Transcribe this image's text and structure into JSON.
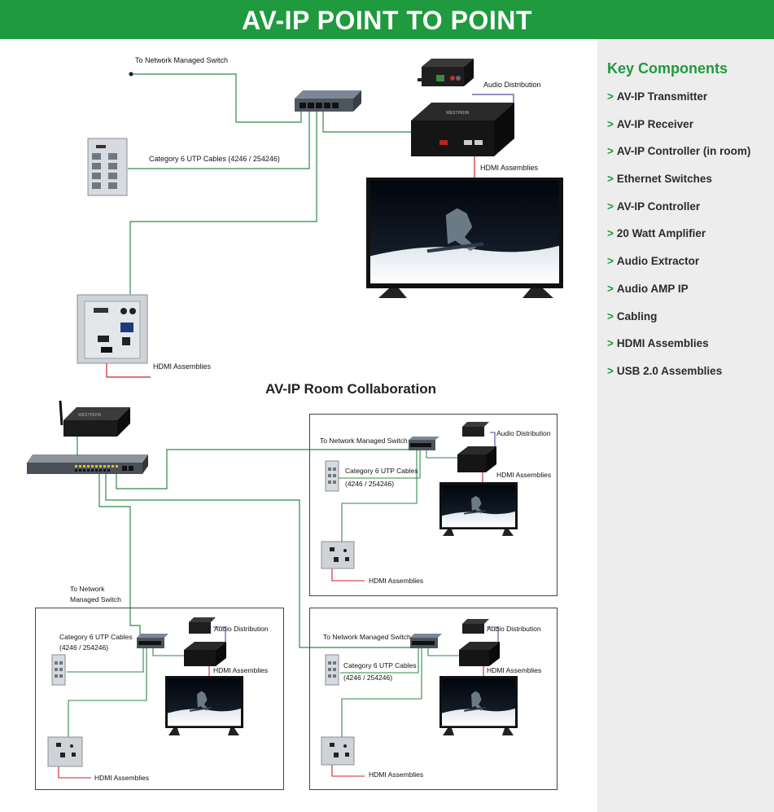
{
  "header": {
    "title": "AV-IP POINT TO POINT"
  },
  "sidebar": {
    "title": "Key Components",
    "arrow": ">",
    "items": [
      "AV-IP Transmitter",
      "AV-IP Receiver",
      "AV-IP Controller (in room)",
      "Ethernet Switches",
      "AV-IP Controller",
      "20 Watt Amplifier",
      "Audio Extractor",
      "Audio AMP IP",
      "Cabling",
      "HDMI Assemblies",
      "USB 2.0 Assemblies"
    ]
  },
  "p2p": {
    "to_network": "To Network Managed Switch",
    "audio": "Audio Distribution",
    "cat6": "Category 6 UTP Cables (4246 / 254246)",
    "hdmi_display": "HDMI Assemblies",
    "hdmi_wallplate": "HDMI Assemblies"
  },
  "room_section": {
    "title": "AV-IP Room Collaboration",
    "room1": {
      "to_network": "To Network Managed Switch",
      "audio": "Audio Distribution",
      "cat6_line1": "Category 6 UTP Cables",
      "cat6_line2": "(4246 / 254246)",
      "hdmi_display": "HDMI Assemblies",
      "hdmi_wallplate": "HDMI Assemblies"
    },
    "room2": {
      "to_network_line1": "To Network",
      "to_network_line2": "Managed Switch",
      "audio": "Audio Distribution",
      "cat6_line1": "Category 6 UTP Cables",
      "cat6_line2": "(4246 / 254246)",
      "hdmi_display": "HDMI Assemblies",
      "hdmi_wallplate": "HDMI Assemblies"
    },
    "room3": {
      "to_network": "To Network Managed Switch",
      "audio": "Audio Distribution",
      "cat6_line1": "Category 6 UTP Cables",
      "cat6_line2": "(4246 / 254246)",
      "hdmi_display": "HDMI Assemblies",
      "hdmi_wallplate": "HDMI Assemblies"
    }
  },
  "colors": {
    "brand_green": "#1f9a3e",
    "cat6_cable": "#2e8a4a",
    "hdmi_cable": "#c8202a",
    "audio_cable": "#4a4aa0",
    "sidebar_bg": "#ededed"
  }
}
